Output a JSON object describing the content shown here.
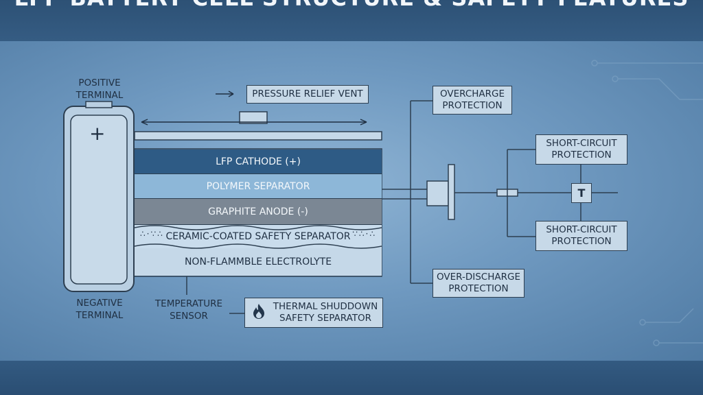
{
  "title": "LFP BATTERY CELL STRUCTURE & SAFETY FEATURES",
  "labels": {
    "positive_terminal": [
      "POSITIVE",
      "TERMINAL"
    ],
    "negative_terminal": [
      "NEGATIVE",
      "TERMINAL"
    ],
    "plus_sign": "+",
    "pressure_vent": "PRESSURE RELIEF VENT",
    "temperature_sensor": [
      "TEMPERATURE",
      "SENSOR"
    ],
    "thermal_shutdown": [
      "THERMAL SHUDDOWN",
      "SAFETY SEPARATOR"
    ],
    "overcharge": [
      "OVERCHARGE",
      "PROTECTION"
    ],
    "short_circuit_top": [
      "SHORT-CIRCUIT",
      "PROTECTION"
    ],
    "short_circuit_bottom": [
      "SHORT-CIRCUIT",
      "PROTECTION"
    ],
    "over_discharge": [
      "OVER-DISCHARGE",
      "PROTECTION"
    ],
    "fuse_symbol": "T"
  },
  "layers": [
    {
      "label": "LFP CATHODE (+)",
      "color": "#2e5b85",
      "text_color": "#f4f8fb"
    },
    {
      "label": "POLYMER SEPARATOR",
      "color": "#8db7d8",
      "text_color": "#f4f8fb"
    },
    {
      "label": "GRAPHITE ANODE (-)",
      "color": "#7b8794",
      "text_color": "#f4f8fb"
    },
    {
      "label": "CERAMIC-COATED SAFETY SEPARATOR",
      "color": "#c9dcec",
      "text_color": "#1f2f42"
    },
    {
      "label": "NON-FLAMMBLE ELECTROLYTE",
      "color": "#c5d8e8",
      "text_color": "#1f2f42"
    }
  ],
  "icons": [
    "flame-icon"
  ]
}
